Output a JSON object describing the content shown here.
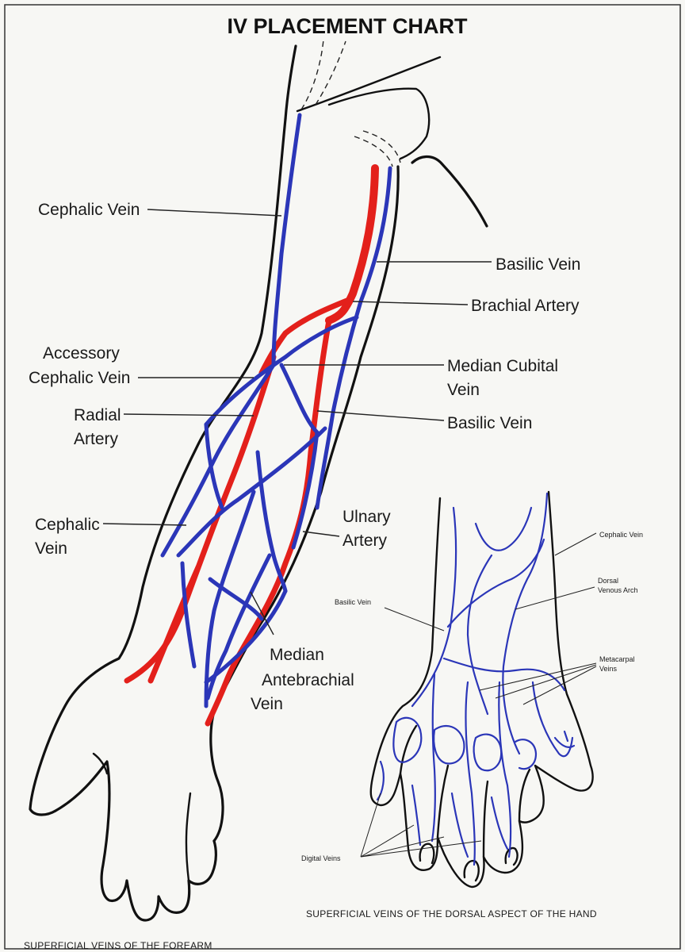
{
  "title": "IV PLACEMENT CHART",
  "colors": {
    "vein": "#2b36b8",
    "artery": "#e3201b",
    "outline": "#111111",
    "background": "#f7f7f4"
  },
  "forearm": {
    "labels": {
      "cephalic_vein_upper": "Cephalic Vein",
      "basilic_vein_upper": "Basilic Vein",
      "brachial_artery": "Brachial Artery",
      "accessory_cephalic_1": "Accessory",
      "accessory_cephalic_2": "Cephalic Vein",
      "median_cubital_1": "Median Cubital",
      "median_cubital_2": "Vein",
      "radial_artery_1": "Radial",
      "radial_artery_2": "Artery",
      "basilic_vein_lower": "Basilic Vein",
      "cephalic_vein_lower_1": "Cephalic",
      "cephalic_vein_lower_2": "Vein",
      "ulnary_artery_1": "Ulnary",
      "ulnary_artery_2": "Artery",
      "median_antebrachial_1": "Median",
      "median_antebrachial_2": "Antebrachial",
      "median_antebrachial_3": "Vein"
    },
    "caption": "SUPERFICIAL VEINS OF THE FOREARM"
  },
  "hand": {
    "labels": {
      "cephalic_vein": "Cephalic Vein",
      "dorsal_venous_arch_1": "Dorsal",
      "dorsal_venous_arch_2": "Venous Arch",
      "basilic_vein": "Basilic Vein",
      "metacarpal_veins_1": "Metacarpal",
      "metacarpal_veins_2": "Veins",
      "digital_veins": "Digital Veins"
    },
    "caption": "SUPERFICIAL VEINS OF THE DORSAL ASPECT OF THE HAND"
  }
}
